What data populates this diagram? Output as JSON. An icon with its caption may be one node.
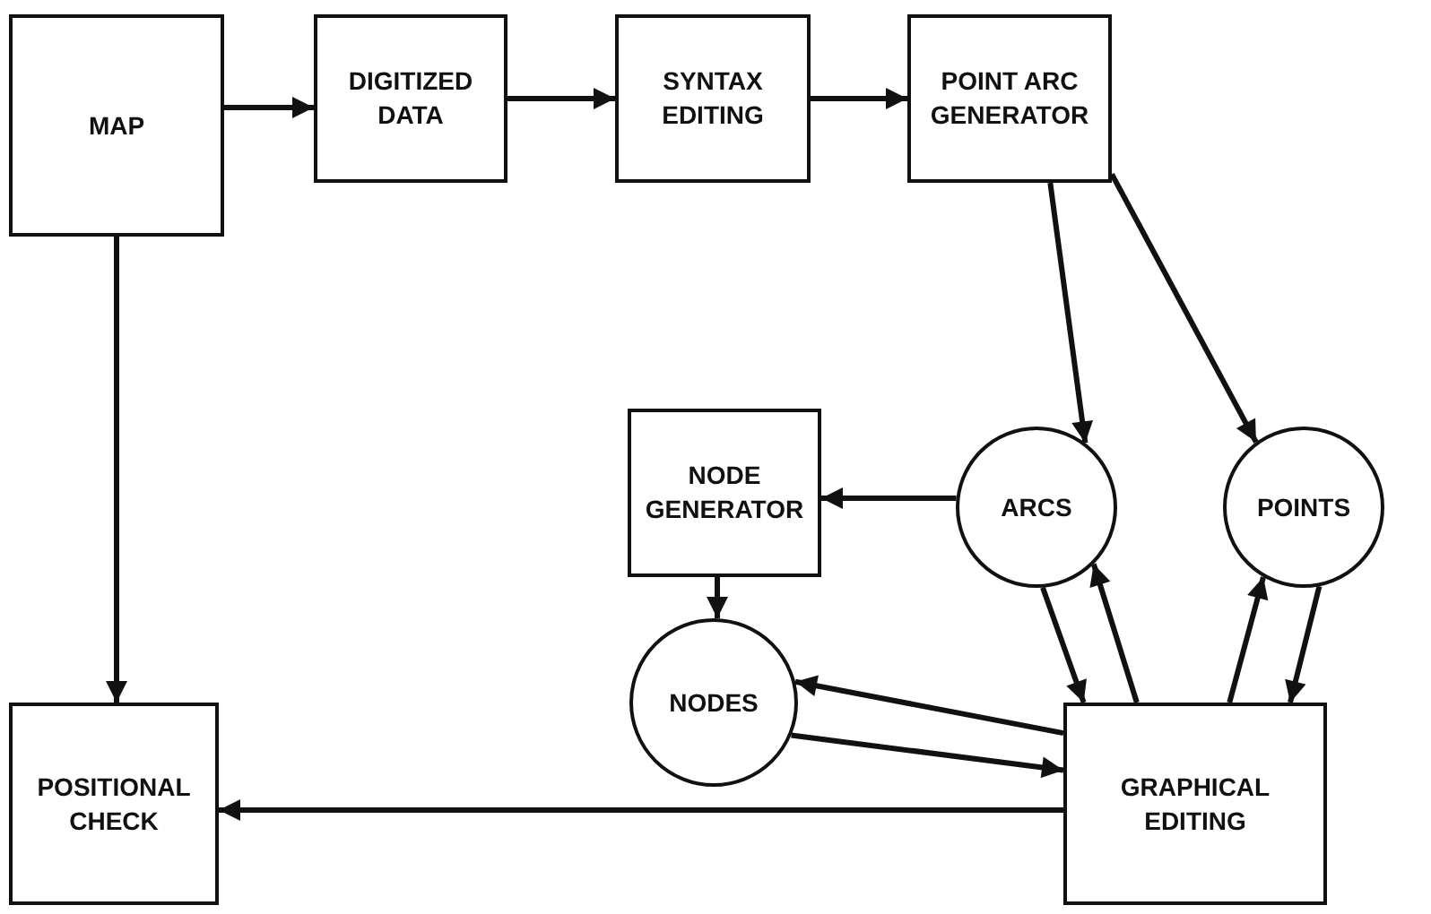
{
  "diagram": {
    "nodes": [
      {
        "text": [
          "MAP"
        ]
      },
      {
        "text": [
          "DIGITIZED DATA"
        ]
      },
      {
        "text": [
          "SYNTAX EDITING"
        ]
      },
      {
        "text": [
          "POINT ARC GENERATOR"
        ]
      },
      {
        "text": [
          "NODE GENERATOR"
        ]
      },
      {
        "text": [
          "ARCS"
        ]
      },
      {
        "text": [
          "POINTS"
        ]
      },
      {
        "text": [
          "NODES"
        ]
      },
      {
        "text": [
          "POSITIONAL CHECK"
        ]
      },
      {
        "text": [
          "GRAPHICAL EDITING"
        ]
      }
    ],
    "edges": [
      {
        "from": 0,
        "to": 1,
        "arrow": "to"
      },
      {
        "from": 1,
        "to": 2,
        "arrow": "to"
      },
      {
        "from": 2,
        "to": 3,
        "arrow": "to"
      },
      {
        "from": 3,
        "to": 5,
        "arrow": "to"
      },
      {
        "from": 3,
        "to": 6,
        "arrow": "to"
      },
      {
        "from": 5,
        "to": 4,
        "arrow": "to"
      },
      {
        "from": 4,
        "to": 7,
        "arrow": "to"
      },
      {
        "from": 0,
        "to": 8,
        "arrow": "to"
      },
      {
        "from": 5,
        "to": 9,
        "arrow": "to"
      },
      {
        "from": 9,
        "to": 5,
        "arrow": "to"
      },
      {
        "from": 6,
        "to": 9,
        "arrow": "to"
      },
      {
        "from": 9,
        "to": 6,
        "arrow": "to"
      },
      {
        "from": 9,
        "to": 7,
        "arrow": "to"
      },
      {
        "from": 7,
        "to": 9,
        "arrow": "to"
      },
      {
        "from": 9,
        "to": 8,
        "arrow": "to"
      }
    ]
  }
}
